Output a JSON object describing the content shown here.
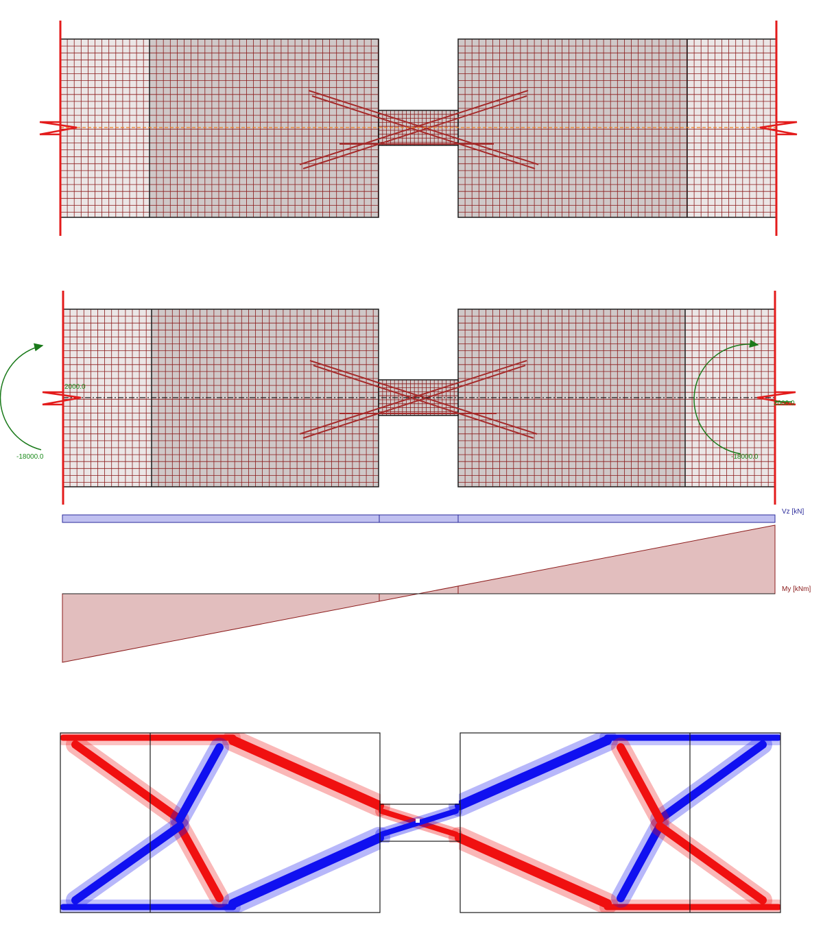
{
  "colors": {
    "mesh_line": "#8b1a1a",
    "region_fill": "#cfc8c8",
    "support": "#e31b1b",
    "axis_orange": "#f08020",
    "moment_arrow": "#1a7a1a",
    "shear_fill": "#c0c0f0",
    "shear_stroke": "#2a2a9a",
    "moment_fill": "#e2bebe",
    "moment_stroke": "#8b1a1a",
    "tension": "#f01010",
    "compression": "#1010f0"
  },
  "loads": {
    "left_axial": "2000.0",
    "right_axial": "2000.0",
    "left_moment": "-18000.0",
    "right_moment": "-18000.0"
  },
  "diagrams": {
    "vz_label": "Vz [kN]",
    "my_label": "My [kNm]"
  },
  "chart_data": [
    {
      "type": "area",
      "title": "",
      "ylabel": "Vz [kN]",
      "series": [
        {
          "name": "Vz",
          "x": [
            0,
            1
          ],
          "values": [
            0,
            0
          ]
        }
      ]
    },
    {
      "type": "area",
      "title": "",
      "ylabel": "My [kNm]",
      "series": [
        {
          "name": "My",
          "x": [
            0,
            1
          ],
          "values": [
            -18000,
            18000
          ]
        }
      ]
    }
  ]
}
